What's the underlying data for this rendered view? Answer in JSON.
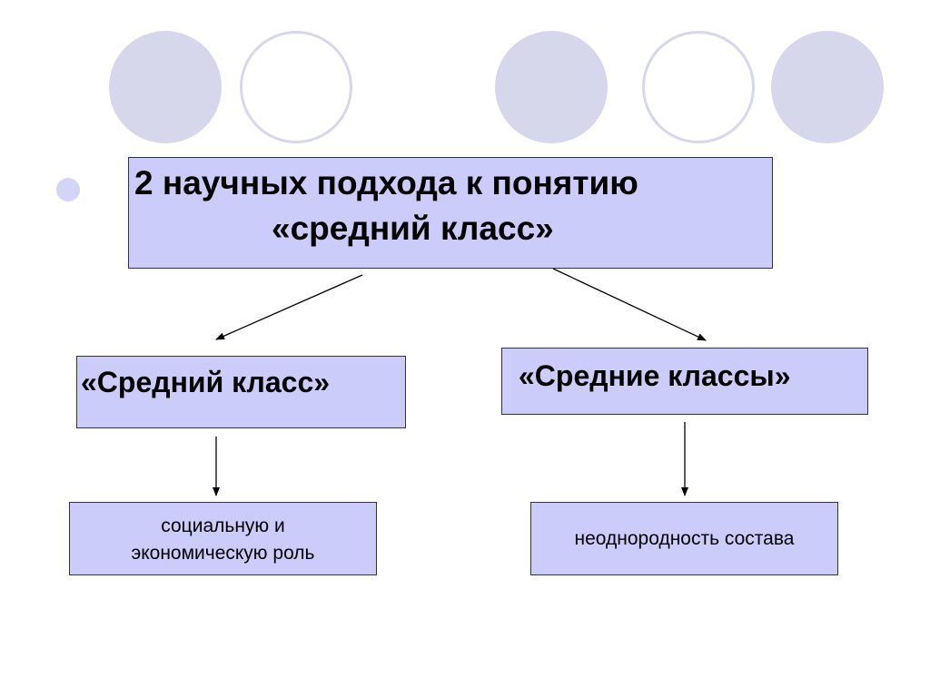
{
  "title": {
    "line1": "2 научных подхода к понятию",
    "line2": "«средний класс»"
  },
  "left": {
    "label": "«Средний класс»",
    "detail_line1": "социальную и",
    "detail_line2": "экономическую роль"
  },
  "right": {
    "label": "«Средние классы»",
    "detail": "неоднородность состава"
  },
  "colors": {
    "box_fill": "#ccccfb",
    "decor_circle": "#d7d7ec",
    "bullet": "#d4d4f7"
  }
}
